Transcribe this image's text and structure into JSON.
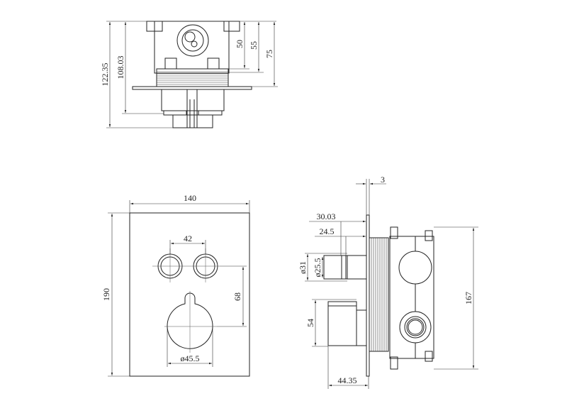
{
  "top_view": {
    "dims": {
      "overall_height": "122.35",
      "body_height": "108.03",
      "d50": "50",
      "d55": "55",
      "d75": "75"
    }
  },
  "front_view": {
    "dims": {
      "width": "140",
      "height": "190",
      "button_spacing": "42",
      "button_to_knob": "68",
      "knob_diameter": "ø45.5"
    }
  },
  "side_view": {
    "dims": {
      "plate_thickness": "3",
      "button_projection": "30.03",
      "button_body": "24.5",
      "button_outer_dia": "ø31",
      "button_inner_dia": "ø25.5",
      "knob_height": "54",
      "knob_projection": "44.35",
      "box_height": "167"
    }
  },
  "colors": {
    "line": "#222222",
    "background": "#ffffff"
  }
}
